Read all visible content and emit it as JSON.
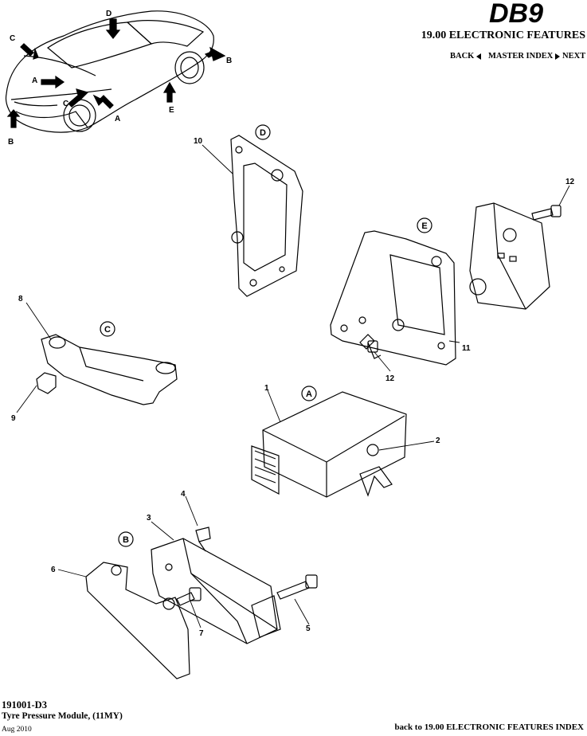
{
  "header": {
    "logo_text": "DB9",
    "section_title": "19.00 ELECTRONIC FEATURES",
    "nav": {
      "back_label": "BACK",
      "master_index_label": "MASTER INDEX",
      "next_label": "NEXT"
    }
  },
  "diagram": {
    "location_labels": {
      "A": "A",
      "B": "B",
      "C": "C",
      "D": "D",
      "E": "E"
    },
    "part_numbers": [
      "1",
      "2",
      "3",
      "4",
      "5",
      "6",
      "7",
      "8",
      "9",
      "10",
      "11",
      "12"
    ]
  },
  "footer": {
    "code": "191001-D3",
    "title": "Tyre Pressure Module, (11MY)",
    "date": "Aug 2010",
    "back_link": "back to 19.00 ELECTRONIC FEATURES INDEX"
  }
}
